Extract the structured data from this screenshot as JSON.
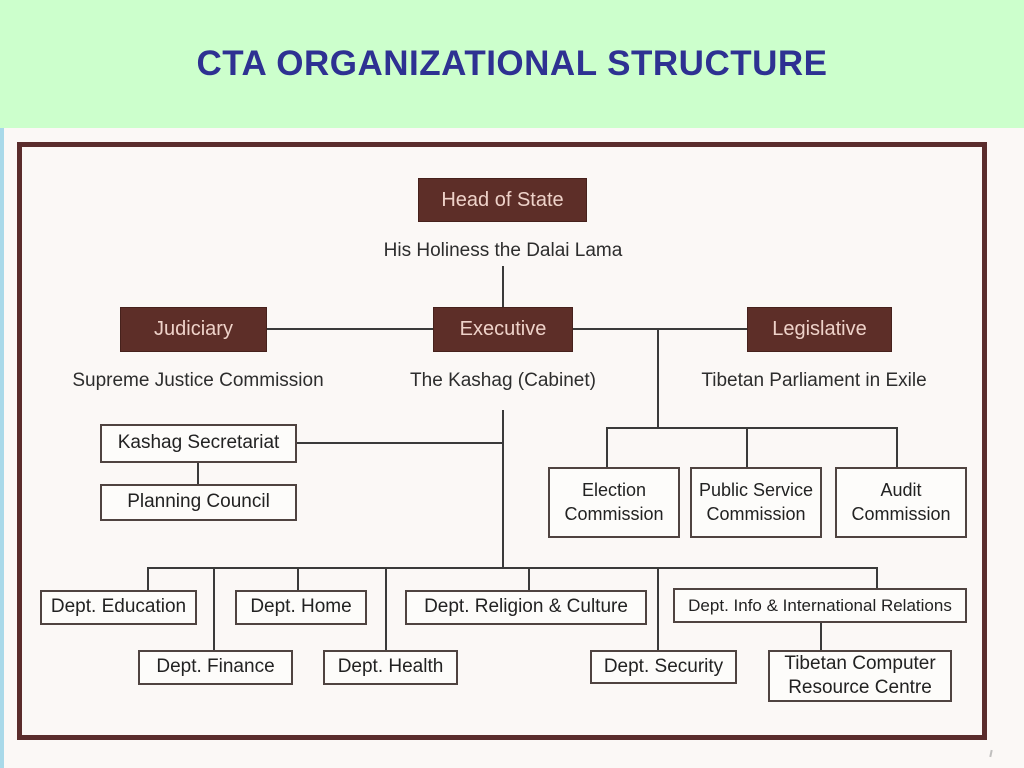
{
  "slide": {
    "title": "CTA ORGANIZATIONAL STRUCTURE"
  },
  "colors": {
    "header_bg": "#ccffcc",
    "title_text": "#2e3192",
    "node_fill": "#5d2e28",
    "node_text": "#eed2c9",
    "frame_border": "#5a2c2c",
    "line": "#3a3a3a",
    "wbox_border": "#4f4340"
  },
  "org": {
    "head": {
      "label": "Head of State",
      "subtitle": "His Holiness the Dalai Lama"
    },
    "judiciary": {
      "label": "Judiciary",
      "subtitle": "Supreme Justice Commission"
    },
    "executive": {
      "label": "Executive",
      "subtitle": "The Kashag (Cabinet)"
    },
    "legislative": {
      "label": "Legislative",
      "subtitle": "Tibetan Parliament in Exile"
    },
    "executive_children": {
      "kashag_secretariat": "Kashag Secretariat",
      "planning_council": "Planning Council"
    },
    "legislative_children": {
      "election": "Election Commission",
      "public_service": "Public Service Commission",
      "audit": "Audit Commission"
    },
    "departments": {
      "education": "Dept. Education",
      "home": "Dept. Home",
      "religion": "Dept. Religion & Culture",
      "info": "Dept. Info & International Relations",
      "finance": "Dept. Finance",
      "health": "Dept. Health",
      "security": "Dept. Security",
      "tcrc": "Tibetan Computer Resource Centre"
    }
  }
}
